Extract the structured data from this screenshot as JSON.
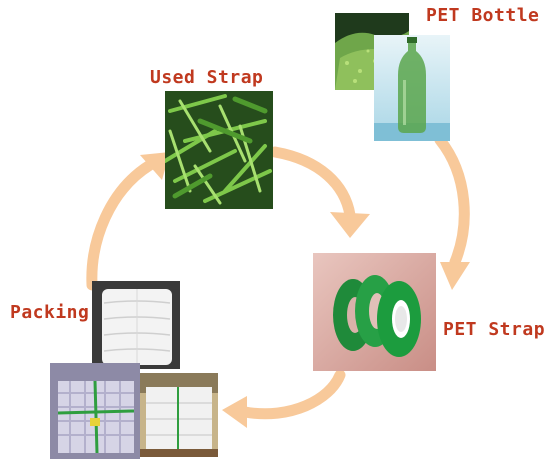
{
  "labels": {
    "pet_bottle": "PET Bottle",
    "used_strap": "Used Strap",
    "pet_strap": "PET Strap",
    "packing": "Packing"
  },
  "colors": {
    "label": "#c0391f",
    "arrow": "#f8c99a"
  },
  "images": [
    {
      "name": "green-flakes-photo"
    },
    {
      "name": "pet-bottle-photo"
    },
    {
      "name": "used-strap-photo"
    },
    {
      "name": "pet-strap-rolls-photo"
    },
    {
      "name": "packed-bales-photo"
    },
    {
      "name": "strapped-bottles-pallet-photo"
    },
    {
      "name": "wrapped-pallet-photo"
    }
  ]
}
